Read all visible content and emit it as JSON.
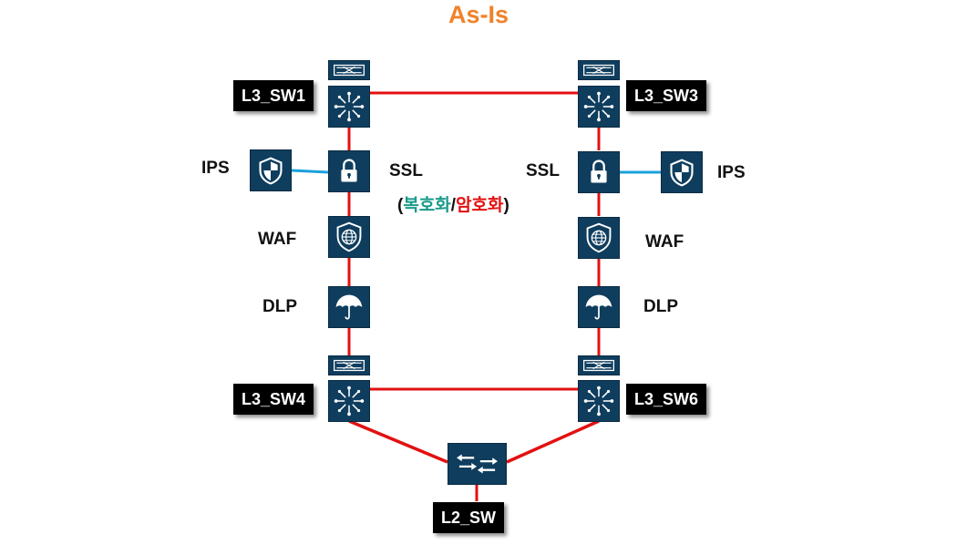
{
  "title": "As-Is",
  "labels": {
    "l3_sw1": "L3_SW1",
    "l3_sw3": "L3_SW3",
    "l3_sw4": "L3_SW4",
    "l3_sw6": "L3_SW6",
    "l2_sw": "L2_SW",
    "ips_left": "IPS",
    "ips_right": "IPS",
    "ssl_left": "SSL",
    "ssl_right": "SSL",
    "waf_left": "WAF",
    "waf_right": "WAF",
    "dlp_left": "DLP",
    "dlp_right": "DLP"
  },
  "ssl_note": {
    "open": "(",
    "decrypt": "복호화",
    "slash": "/",
    "encrypt": "암호화",
    "close": ")"
  },
  "colors": {
    "title": "#f0822a",
    "device": "#0f3d5e",
    "link_red": "#e31010",
    "link_ips": "#1aa0dc",
    "decrypt_text": "#1a9a8a",
    "encrypt_text": "#e31010"
  },
  "icons": {
    "switch_cap": "switch-cap-icon",
    "l3_switch": "multilayer-switch-icon",
    "ssl": "lock-icon",
    "ips": "shield-icon",
    "waf": "web-shield-icon",
    "dlp": "umbrella-icon",
    "l2_switch": "l2-switch-icon"
  }
}
